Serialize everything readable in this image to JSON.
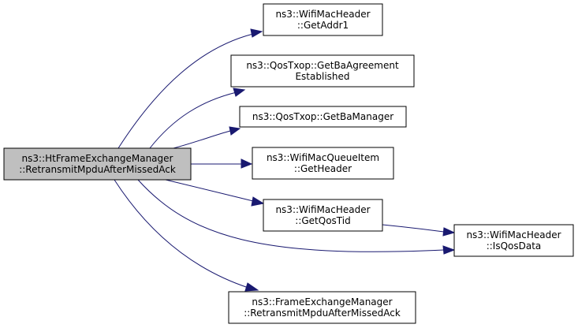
{
  "diagram": {
    "nodes": [
      {
        "id": "root",
        "lines": [
          "ns3::HtFrameExchangeManager",
          "::RetransmitMpduAfterMissedAck"
        ],
        "highlighted": true
      },
      {
        "id": "getaddr1",
        "lines": [
          "ns3::WifiMacHeader",
          "::GetAddr1"
        ]
      },
      {
        "id": "getbaagreement",
        "lines": [
          "ns3::QosTxop::GetBaAgreement",
          "Established"
        ]
      },
      {
        "id": "getbamanager",
        "lines": [
          "ns3::QosTxop::GetBaManager"
        ]
      },
      {
        "id": "getheader",
        "lines": [
          "ns3::WifiMacQueueItem",
          "::GetHeader"
        ]
      },
      {
        "id": "getqostid",
        "lines": [
          "ns3::WifiMacHeader",
          "::GetQosTid"
        ]
      },
      {
        "id": "isqosdata",
        "lines": [
          "ns3::WifiMacHeader",
          "::IsQosData"
        ]
      },
      {
        "id": "fem-retransmit",
        "lines": [
          "ns3::FrameExchangeManager",
          "::RetransmitMpduAfterMissedAck"
        ]
      }
    ],
    "edges": [
      {
        "from": "root",
        "to": "getaddr1"
      },
      {
        "from": "root",
        "to": "getbaagreement"
      },
      {
        "from": "root",
        "to": "getbamanager"
      },
      {
        "from": "root",
        "to": "getheader"
      },
      {
        "from": "root",
        "to": "getqostid"
      },
      {
        "from": "root",
        "to": "isqosdata"
      },
      {
        "from": "root",
        "to": "fem-retransmit"
      },
      {
        "from": "getqostid",
        "to": "isqosdata"
      }
    ],
    "colors": {
      "edge": "#191970",
      "node_fill": "#ffffff",
      "highlight_fill": "#bfbfbf",
      "border": "#000000"
    }
  }
}
